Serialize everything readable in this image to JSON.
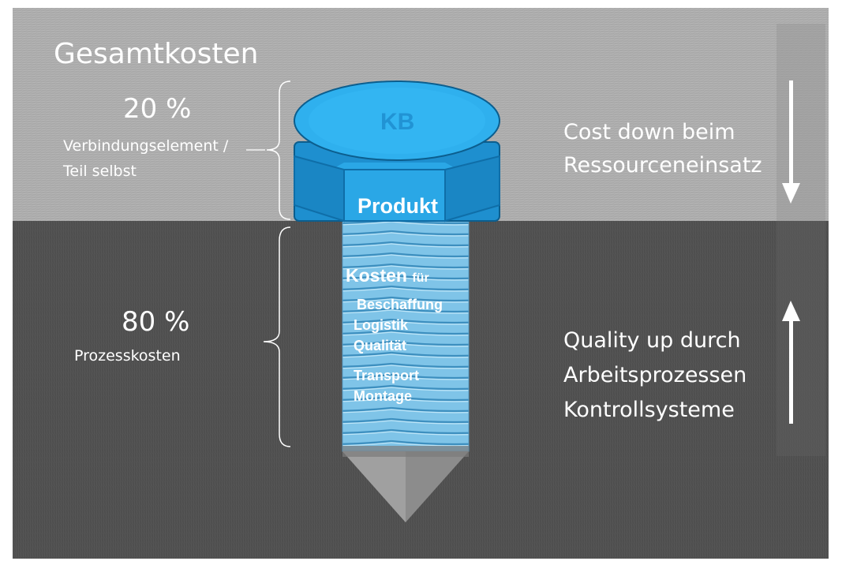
{
  "title": "Gesamtkosten",
  "upper": {
    "percent": "20 %",
    "label_line1": "Verbindungselement /",
    "label_line2": "Teil selbst"
  },
  "lower": {
    "percent": "80 %",
    "label": "Prozesskosten"
  },
  "bolt": {
    "head_watermark": "KB",
    "head_label": "Produkt",
    "shaft_title": "Kosten",
    "shaft_title_suffix": "für",
    "items": [
      "Beschaffung",
      "Logistik",
      "Qualität",
      "Transport",
      "Montage"
    ]
  },
  "right_top": {
    "line1": "Cost down beim",
    "line2": "Ressourceneinsatz",
    "arrow": "down-arrow-icon"
  },
  "right_bottom": {
    "line1": "Quality up durch",
    "line2": "Arbeitsprozessen",
    "line3": "Kontrollsysteme",
    "arrow": "up-arrow-icon"
  },
  "colors": {
    "upper_bg": "#a9a9a9",
    "lower_bg": "#4e4e4e",
    "bolt_head": "#2aa7e6",
    "bolt_shaft": "#7fc4e8",
    "tip": "#8c8c8c",
    "text": "#ffffff"
  }
}
